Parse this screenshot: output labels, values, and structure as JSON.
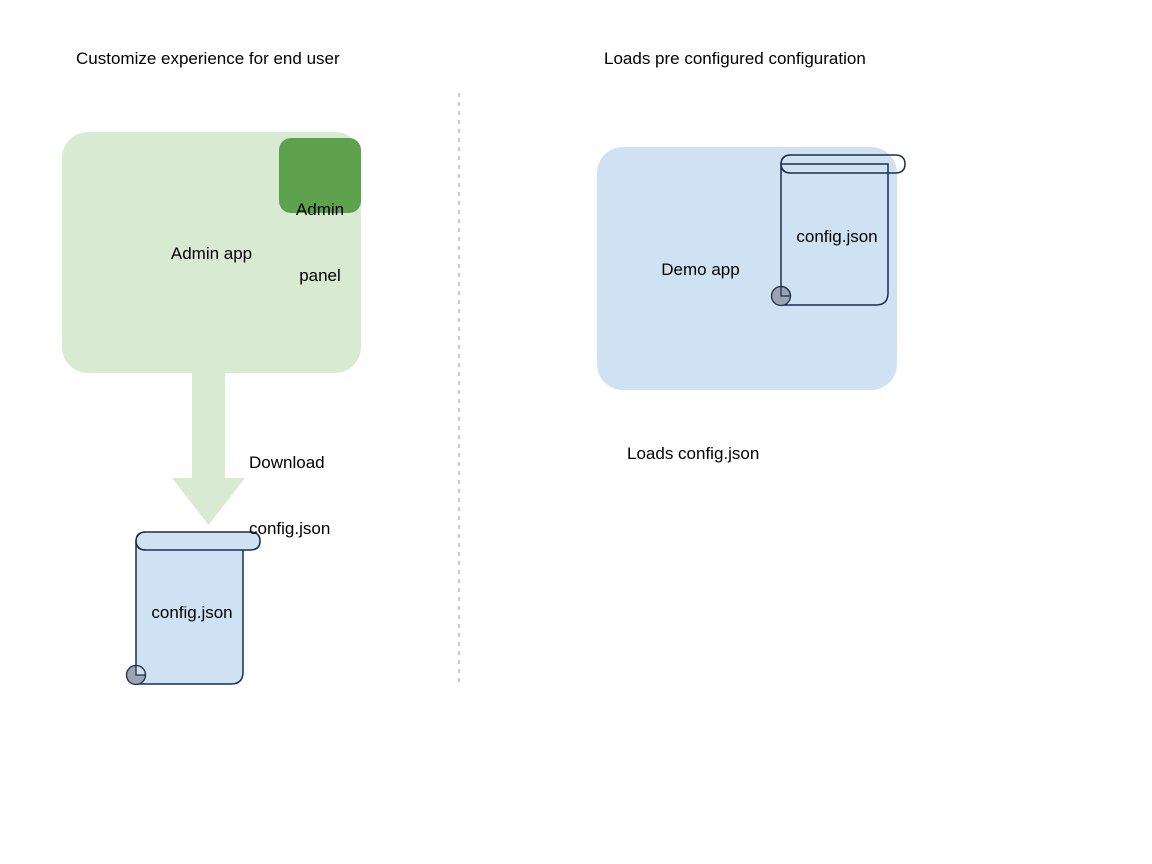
{
  "diagram": {
    "title_left": "Customize experience for end user",
    "title_right": "Loads pre configured configuration",
    "divider": {
      "style": "dashed",
      "color": "#b3b3b3"
    },
    "colors": {
      "admin_app_fill": "#d9ead3",
      "admin_panel_fill": "#5ea24e",
      "demo_app_fill": "#cfe2f3",
      "document_fill": "#cfe2f3",
      "document_stroke": "#1c2e4a",
      "document_curl_fill": "#9aa5b1",
      "arrow_fill": "#d9ead3",
      "text": "#000000",
      "background": "#ffffff"
    },
    "left_flow": {
      "app_box": {
        "label": "Admin app"
      },
      "panel_box": {
        "label_line1": "Admin",
        "label_line2": "panel"
      },
      "arrow": {
        "direction": "down",
        "label_line1": "Download",
        "label_line2": "config.json"
      },
      "document": {
        "label": "config.json",
        "filled": true
      }
    },
    "right_flow": {
      "app_box": {
        "label": "Demo app"
      },
      "document": {
        "label": "config.json",
        "filled": false
      },
      "caption": "Loads config.json"
    }
  }
}
